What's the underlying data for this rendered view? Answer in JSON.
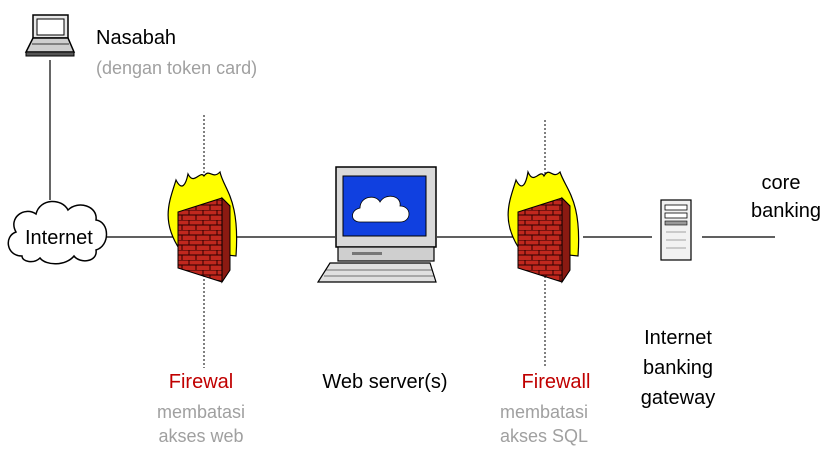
{
  "nodes": {
    "customer": {
      "title": "Nasabah",
      "subtitle": "(dengan token card)",
      "icon": "laptop-icon"
    },
    "internet": {
      "label": "Internet",
      "icon": "cloud-icon"
    },
    "firewall_web": {
      "title": "Firewal",
      "desc_line1": "membatasi",
      "desc_line2": "akses web",
      "icon": "firewall-icon"
    },
    "web_server": {
      "label": "Web server(s)",
      "icon": "desktop-computer-icon"
    },
    "firewall_sql": {
      "title": "Firewall",
      "desc_line1": "membatasi",
      "desc_line2": "akses SQL",
      "icon": "firewall-icon"
    },
    "gateway": {
      "line1": "Internet",
      "line2": "banking",
      "line3": "gateway",
      "icon": "server-tower-icon"
    },
    "core": {
      "line1": "core",
      "line2": "banking"
    }
  },
  "colors": {
    "accent_red": "#c00000",
    "subtitle_gray": "#a0a0a0",
    "brick": "#c0281e",
    "flame": "#ffff00",
    "screen": "#1040e0"
  }
}
